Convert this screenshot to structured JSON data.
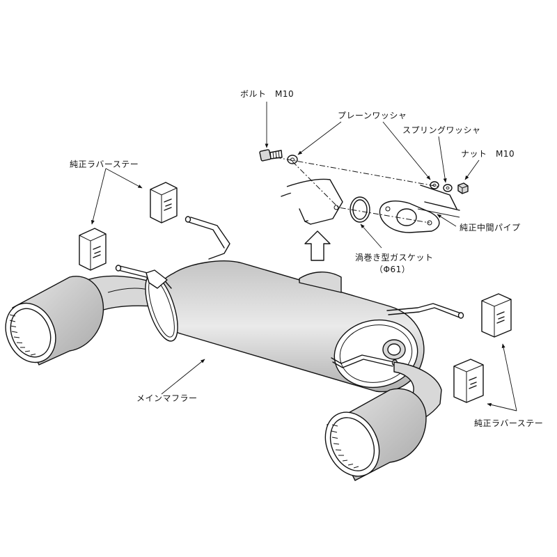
{
  "labels": {
    "bolt": "ボルト　M10",
    "plain_washer": "プレーンワッシャ",
    "spring_washer": "スプリングワッシャ",
    "nut": "ナット　M10",
    "rubber_stay_left": "純正ラバーステー",
    "center_pipe": "純正中間パイプ",
    "gasket": "渦巻き型ガスケット",
    "gasket_size": "（Φ61）",
    "main_muffler": "メインマフラー",
    "rubber_stay_right": "純正ラバーステー"
  }
}
